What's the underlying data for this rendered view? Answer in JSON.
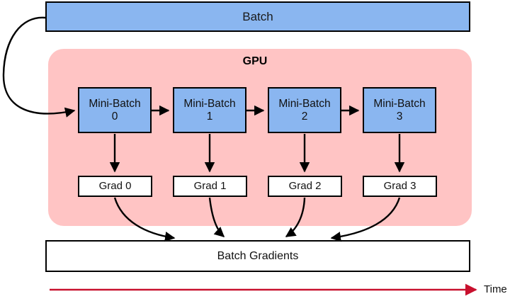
{
  "diagram": {
    "title_box": {
      "label": "Batch"
    },
    "container": {
      "label": "GPU"
    },
    "mini_batches": [
      {
        "label_line1": "Mini-Batch",
        "label_line2": "0"
      },
      {
        "label_line1": "Mini-Batch",
        "label_line2": "1"
      },
      {
        "label_line1": "Mini-Batch",
        "label_line2": "2"
      },
      {
        "label_line1": "Mini-Batch",
        "label_line2": "3"
      }
    ],
    "grads": [
      {
        "label": "Grad 0"
      },
      {
        "label": "Grad 1"
      },
      {
        "label": "Grad 2"
      },
      {
        "label": "Grad 3"
      }
    ],
    "aggregate_box": {
      "label": "Batch Gradients"
    },
    "time_axis": {
      "label": "Time"
    },
    "colors": {
      "batch_blue": "#8ab6f0",
      "gpu_pink": "#ffc4c4",
      "box_white": "#ffffff",
      "stroke_black": "#000000",
      "time_red": "#c8102e"
    }
  }
}
